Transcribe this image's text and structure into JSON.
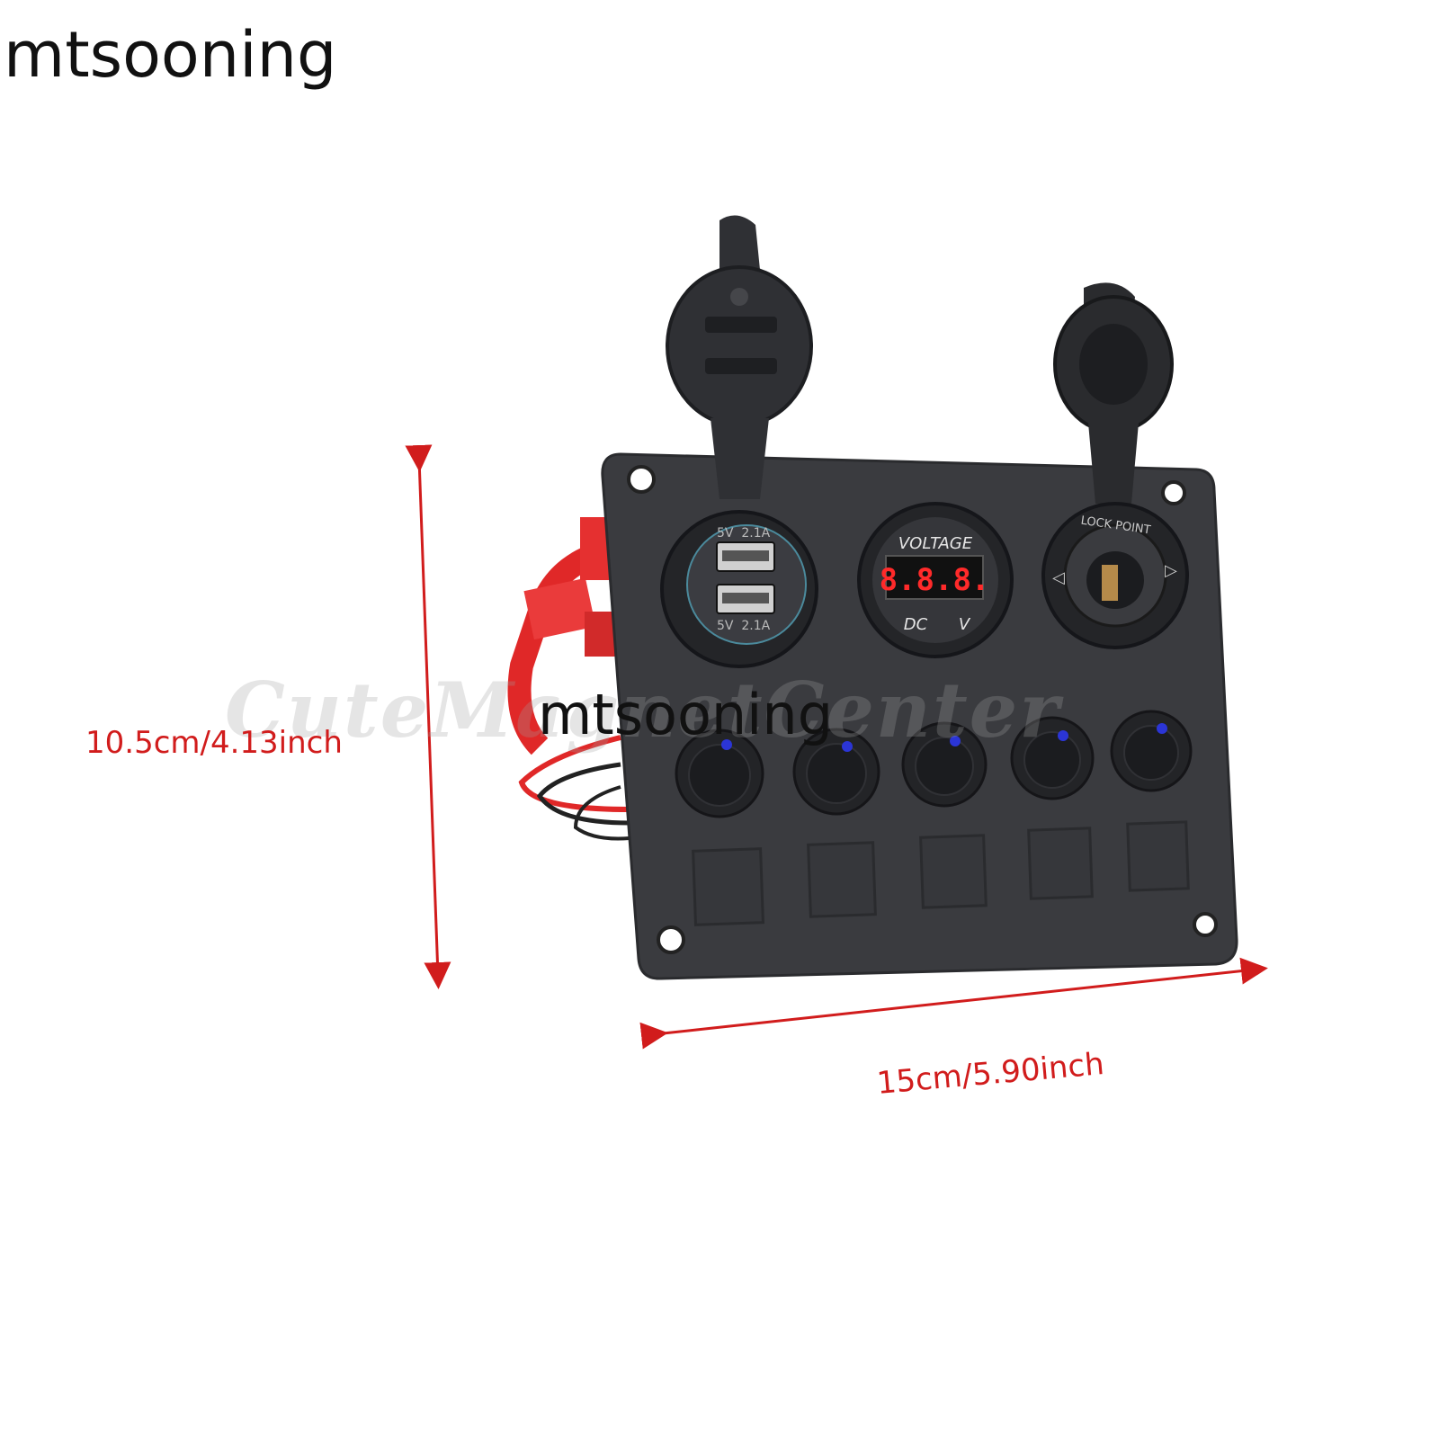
{
  "brand": {
    "top": "mtsooning",
    "mid": "mtsooning"
  },
  "watermark": "CuteMagnetCenter",
  "dimensions": {
    "height": "10.5cm/4.13inch",
    "width": "15cm/5.90inch"
  },
  "usb": {
    "top_label": "5V  2.1A",
    "bottom_label": "5V  2.1A"
  },
  "voltmeter": {
    "title": "VOLTAGE",
    "reading": "8.8.8.",
    "dc": "DC",
    "unit": "V"
  },
  "socket": {
    "label": "LOCK POINT"
  },
  "colors": {
    "panel": "#3a3b3f",
    "arrow": "#d11c1c",
    "led": "#2b35d6",
    "wire": "#e02828",
    "display": "#ff2a2a"
  },
  "switch_count": 5
}
